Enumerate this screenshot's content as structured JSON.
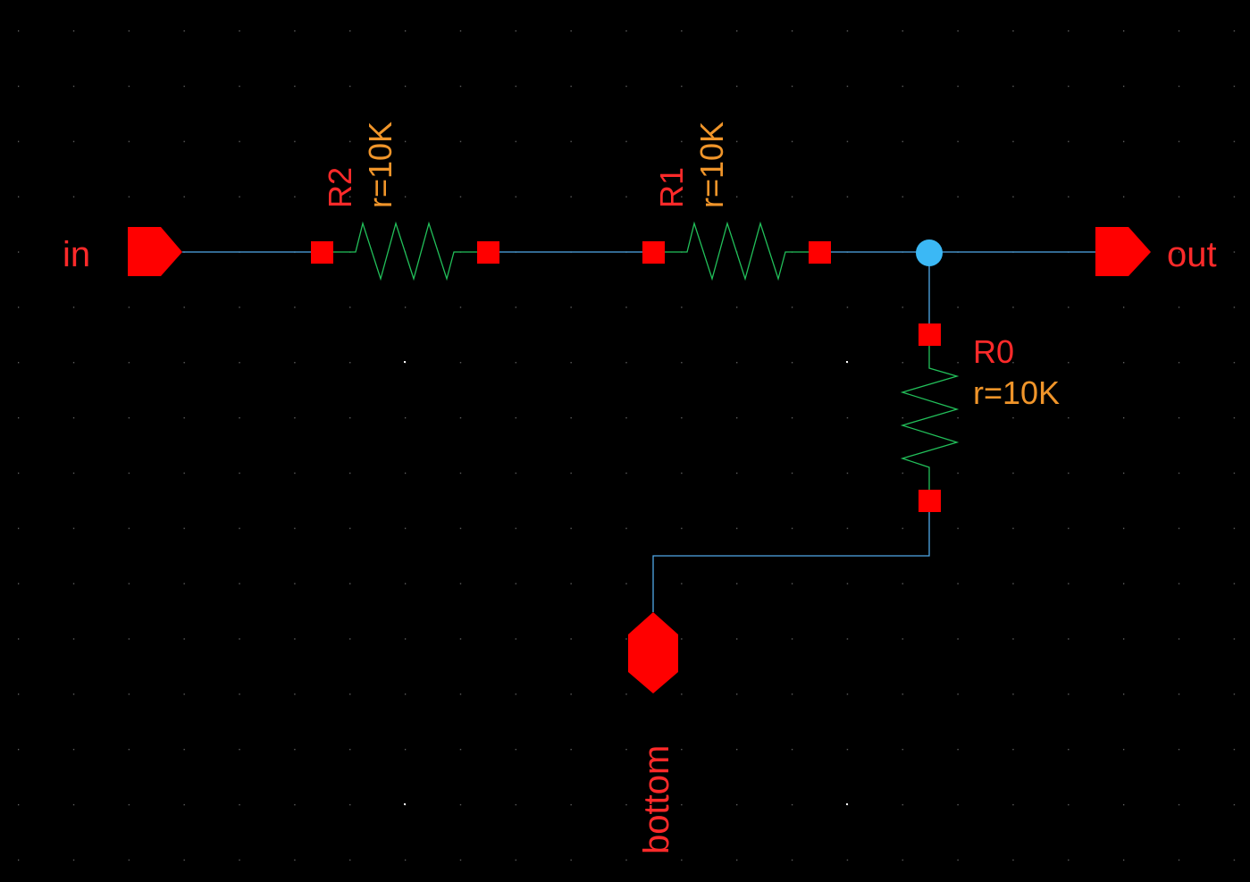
{
  "colors": {
    "background": "#000000",
    "wire": "#4fa8e8",
    "pin": "#ff0000",
    "resistor_body": "#22c05a",
    "instance_label": "#ff2a2a",
    "param_label": "#f0952a",
    "junction": "#3bb8f5"
  },
  "pins": {
    "in": "in",
    "out": "out",
    "bottom": "bottom"
  },
  "resistors": [
    {
      "name": "R2",
      "param": "r=10K"
    },
    {
      "name": "R1",
      "param": "r=10K"
    },
    {
      "name": "R0",
      "param": "r=10K"
    }
  ]
}
